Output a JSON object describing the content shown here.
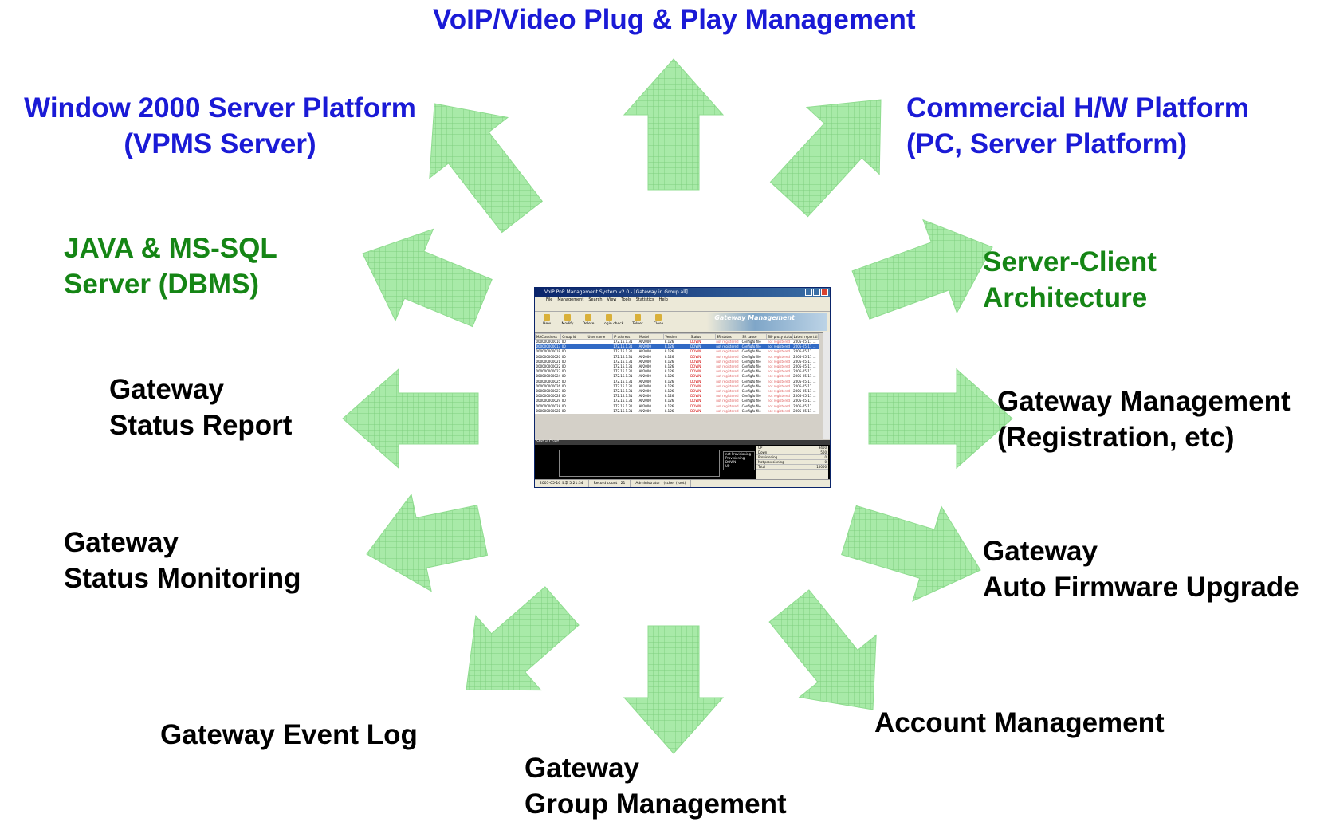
{
  "colors": {
    "blue": "#1a1ad6",
    "green": "#158515",
    "black": "#000000",
    "arrow_fill": "#a8eaa8",
    "arrow_grid": "#7fd07f"
  },
  "labels": {
    "top": "VoIP/Video Plug & Play Management",
    "windows_line1": "Window 2000 Server Platform",
    "windows_line2": "(VPMS Server)",
    "commercial_line1": "Commercial H/W Platform",
    "commercial_line2": "(PC, Server Platform)",
    "java_line1": "JAVA & MS-SQL",
    "java_line2": "Server (DBMS)",
    "server_client_line1": "Server-Client",
    "server_client_line2": "Architecture",
    "status_report_line1": "Gateway",
    "status_report_line2": "Status Report",
    "gw_mgmt_line1": "Gateway Management",
    "gw_mgmt_line2": "(Registration, etc)",
    "monitoring_line1": "Gateway",
    "monitoring_line2": "Status Monitoring",
    "firmware_line1": "Gateway",
    "firmware_line2": "Auto Firmware Upgrade",
    "event_log": "Gateway Event Log",
    "account": "Account Management",
    "group_line1": "Gateway",
    "group_line2": "Group Management"
  },
  "screenshot": {
    "title": "VoIP PnP Management System v2.0 - [Gateway in Group all]",
    "menu": [
      "File",
      "Management",
      "Search",
      "View",
      "Tools",
      "Statistics",
      "Help"
    ],
    "buttons": [
      "New",
      "Modify",
      "Delete",
      "Login check",
      "Telnet",
      "Close"
    ],
    "banner": "Gateway Management",
    "columns": [
      "MAC address",
      "Group Id",
      "User name",
      "IP address",
      "Model",
      "Version",
      "Status",
      "SR status",
      "SR cause",
      "SIP proxy status",
      "Latest report ti..."
    ],
    "rows": [
      [
        "000000000010",
        "00",
        "",
        "172.16.1.31",
        "AP2000",
        "8.126",
        "DOWN",
        "not registered",
        "Configfo file",
        "not registered",
        "2005-05-11 ..."
      ],
      [
        "000000000013",
        "00",
        "",
        "172.16.1.31",
        "AP2000",
        "8.126",
        "DOWN",
        "not registered",
        "Configfo file",
        "not registered",
        "2005-05-11 ..."
      ],
      [
        "00000000001F",
        "00",
        "",
        "172.16.1.31",
        "AP2000",
        "8.126",
        "DOWN",
        "not registered",
        "Configfo file",
        "not registered",
        "2005-05-11 ..."
      ],
      [
        "000000000020",
        "00",
        "",
        "172.16.1.31",
        "AP2000",
        "8.126",
        "DOWN",
        "not registered",
        "Configfo file",
        "not registered",
        "2005-05-11 ..."
      ],
      [
        "000000000021",
        "00",
        "",
        "172.16.1.31",
        "AP2000",
        "8.126",
        "DOWN",
        "not registered",
        "Configfo file",
        "not registered",
        "2005-05-11 ..."
      ],
      [
        "000000000022",
        "00",
        "",
        "172.16.1.31",
        "AP2000",
        "8.126",
        "DOWN",
        "not registered",
        "Configfo file",
        "not registered",
        "2005-05-11 ..."
      ],
      [
        "000000000023",
        "00",
        "",
        "172.16.1.31",
        "AP2000",
        "8.126",
        "DOWN",
        "not registered",
        "Configfo file",
        "not registered",
        "2005-05-11 ..."
      ],
      [
        "000000000024",
        "00",
        "",
        "172.16.1.31",
        "AP2000",
        "8.126",
        "DOWN",
        "not registered",
        "Configfo file",
        "not registered",
        "2005-05-11 ..."
      ],
      [
        "000000000025",
        "00",
        "",
        "172.16.1.31",
        "AP2000",
        "8.126",
        "DOWN",
        "not registered",
        "Configfo file",
        "not registered",
        "2005-05-11 ..."
      ],
      [
        "000000000026",
        "00",
        "",
        "172.16.1.31",
        "AP2000",
        "8.126",
        "DOWN",
        "not registered",
        "Configfo file",
        "not registered",
        "2005-05-11 ..."
      ],
      [
        "000000000027",
        "00",
        "",
        "172.16.1.31",
        "AP2000",
        "8.126",
        "DOWN",
        "not registered",
        "Configfo file",
        "not registered",
        "2005-05-11 ..."
      ],
      [
        "000000000028",
        "00",
        "",
        "172.16.1.31",
        "AP2000",
        "8.126",
        "DOWN",
        "not registered",
        "Configfo file",
        "not registered",
        "2005-05-11 ..."
      ],
      [
        "000000000029",
        "00",
        "",
        "172.16.1.31",
        "AP2000",
        "8.126",
        "DOWN",
        "not registered",
        "Configfo file",
        "not registered",
        "2005-05-11 ..."
      ],
      [
        "00000000002A",
        "00",
        "",
        "172.16.1.31",
        "AP2000",
        "8.126",
        "DOWN",
        "not registered",
        "Configfo file",
        "not registered",
        "2005-05-11 ..."
      ],
      [
        "00000000002B",
        "00",
        "",
        "172.16.1.31",
        "AP2000",
        "8.126",
        "DOWN",
        "not registered",
        "Configfo file",
        "not registered",
        "2005-05-11 ..."
      ]
    ],
    "chart_title": "Status Chart",
    "legend": [
      "not Provisioning",
      "Provisioning",
      "DOWN",
      "UP"
    ],
    "stats": [
      [
        "UP",
        "9400"
      ],
      [
        "Down",
        "500"
      ],
      [
        "Provisioning",
        "0"
      ],
      [
        "Not provisioning",
        "0"
      ],
      [
        "Total",
        "10000"
      ]
    ],
    "status_time": "2005-05-16 오후 5:21:34",
    "status_records": "Record count : 21",
    "status_user": "Administrator : (sche) (root)"
  }
}
